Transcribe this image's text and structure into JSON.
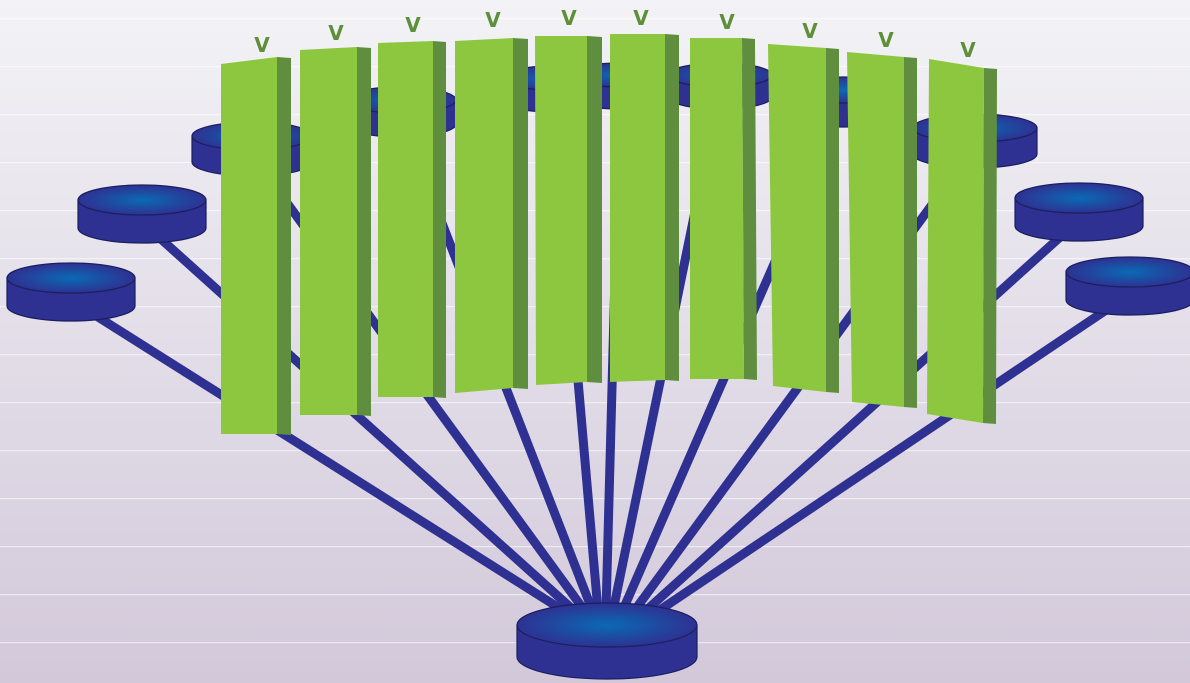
{
  "colors": {
    "background_top": "#F3F3F6",
    "background_bottom": "#D2C8DA",
    "stripe": "#FFFFFF",
    "link": "#2E3192",
    "disk_side": "#2E3192",
    "disk_top_center": "#0A6AB4",
    "disk_top_edge": "#2E3192",
    "panel_face": "#8DC63F",
    "panel_side": "#5F8F3E",
    "label": "#5E8F3A"
  },
  "hub": {
    "name": "hub-disk",
    "icon": "database-disk-icon"
  },
  "nodes": [
    {
      "name": "node-disk-1",
      "icon": "database-disk-icon"
    },
    {
      "name": "node-disk-2",
      "icon": "database-disk-icon"
    },
    {
      "name": "node-disk-3",
      "icon": "database-disk-icon"
    },
    {
      "name": "node-disk-4",
      "icon": "database-disk-icon"
    },
    {
      "name": "node-disk-5",
      "icon": "database-disk-icon"
    },
    {
      "name": "node-disk-6",
      "icon": "database-disk-icon"
    },
    {
      "name": "node-disk-7",
      "icon": "database-disk-icon"
    },
    {
      "name": "node-disk-8",
      "icon": "database-disk-icon"
    },
    {
      "name": "node-disk-9",
      "icon": "database-disk-icon"
    },
    {
      "name": "node-disk-10",
      "icon": "database-disk-icon"
    },
    {
      "name": "node-disk-11",
      "icon": "database-disk-icon"
    },
    {
      "name": "node-disk-12",
      "icon": "database-disk-icon"
    }
  ],
  "panels": [
    {
      "label": "V"
    },
    {
      "label": "V"
    },
    {
      "label": "V"
    },
    {
      "label": "V"
    },
    {
      "label": "V"
    },
    {
      "label": "V"
    },
    {
      "label": "V"
    },
    {
      "label": "V"
    },
    {
      "label": "V"
    },
    {
      "label": "V"
    }
  ]
}
